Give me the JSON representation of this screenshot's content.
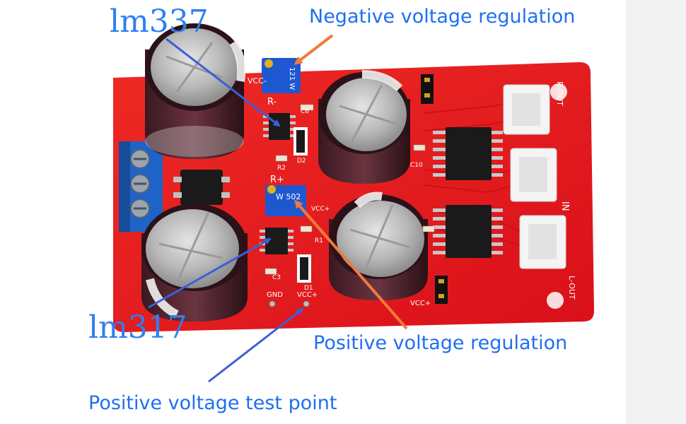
{
  "labels": {
    "lm337": "lm337",
    "negative_regulation": "Negative voltage regulation",
    "lm317": "lm317",
    "positive_regulation": "Positive voltage regulation",
    "positive_test_point": "Positive voltage test point"
  },
  "board_text": {
    "vcc_minus": "VCC-",
    "r_minus": "R-",
    "r_plus": "R+",
    "vcc_plus_top": "VCC+",
    "vcc_plus_bottom": "VCC+",
    "gnd": "GND",
    "vcc_plus_test": "VCC+",
    "r_out": "R-OUT",
    "in": "IN",
    "l_out": "L-OUT",
    "d1": "D1",
    "d2": "D2",
    "r1": "R1",
    "r2": "R2",
    "c3": "C3",
    "c6": "C6",
    "c10": "C10",
    "trimpot_top": "121 W",
    "trimpot_bottom": "W 502"
  },
  "colors": {
    "board_red": "#e5141e",
    "arrow_blue": "#3c5fd6",
    "arrow_orange": "#f07a3c",
    "text_blue": "#1f6ff0"
  }
}
